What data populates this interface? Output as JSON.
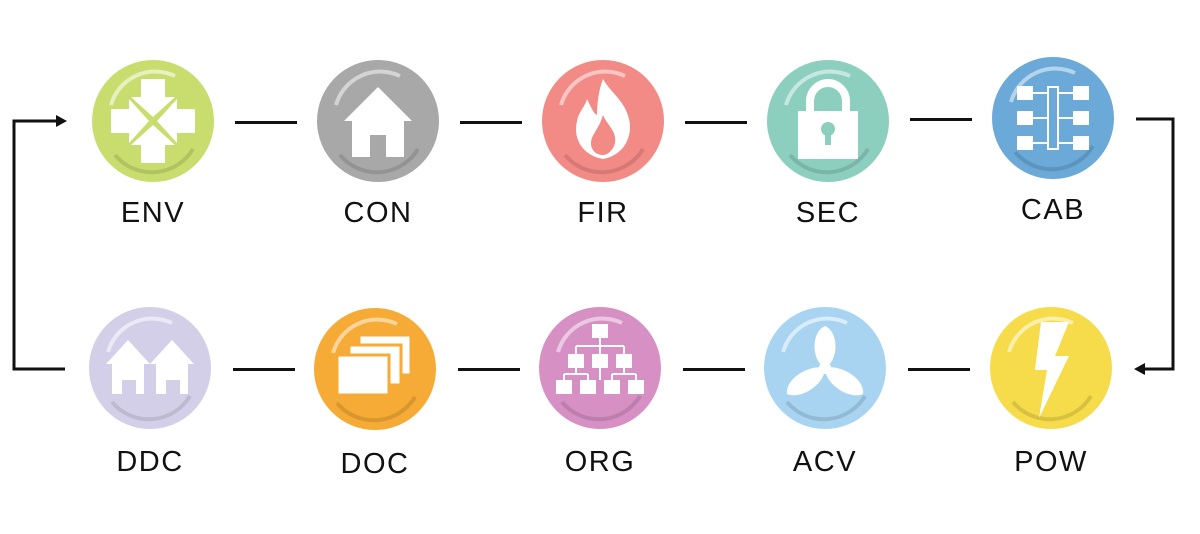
{
  "nodes": [
    {
      "id": "env",
      "label": "ENV",
      "color": "#c9dd6f",
      "icon": "arrows-inward-icon"
    },
    {
      "id": "con",
      "label": "CON",
      "color": "#a8a8a8",
      "icon": "house-icon"
    },
    {
      "id": "fir",
      "label": "FIR",
      "color": "#f28a86",
      "icon": "flame-icon"
    },
    {
      "id": "sec",
      "label": "SEC",
      "color": "#8ccfbf",
      "icon": "padlock-icon"
    },
    {
      "id": "cab",
      "label": "CAB",
      "color": "#6aa9d8",
      "icon": "cabling-icon"
    },
    {
      "id": "pow",
      "label": "POW",
      "color": "#f6dc4a",
      "icon": "lightning-bolt-icon"
    },
    {
      "id": "acv",
      "label": "ACV",
      "color": "#a9d4f1",
      "icon": "fan-icon"
    },
    {
      "id": "org",
      "label": "ORG",
      "color": "#d690c4",
      "icon": "org-chart-icon"
    },
    {
      "id": "doc",
      "label": "DOC",
      "color": "#f5ab35",
      "icon": "stacked-documents-icon"
    },
    {
      "id": "ddc",
      "label": "DDC",
      "color": "#d3cfe8",
      "icon": "twin-houses-icon"
    }
  ],
  "line_color": "#111111"
}
